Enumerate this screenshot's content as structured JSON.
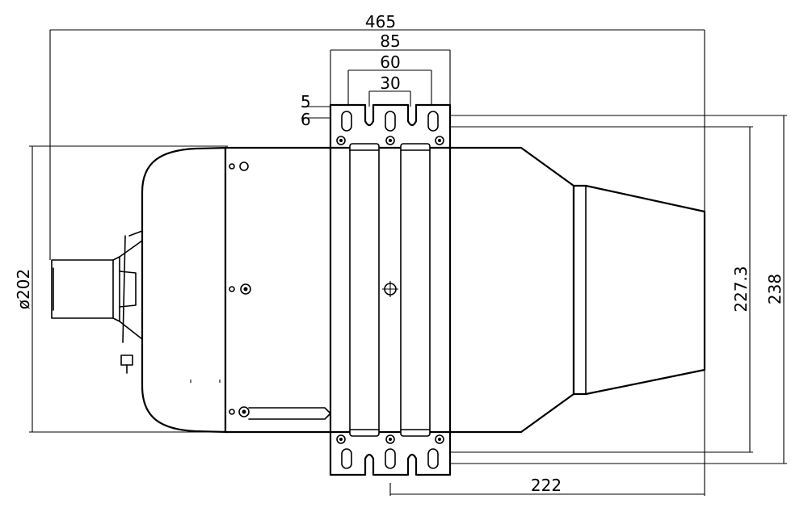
{
  "dimensions": {
    "overall_length": "465",
    "mount_outer": "85",
    "mount_mid": "60",
    "mount_inner": "30",
    "slot_5": "5",
    "slot_6": "6",
    "diameter": "ø202",
    "height_inner": "227.3",
    "height_outer": "238",
    "nozzle_offset": "222"
  }
}
